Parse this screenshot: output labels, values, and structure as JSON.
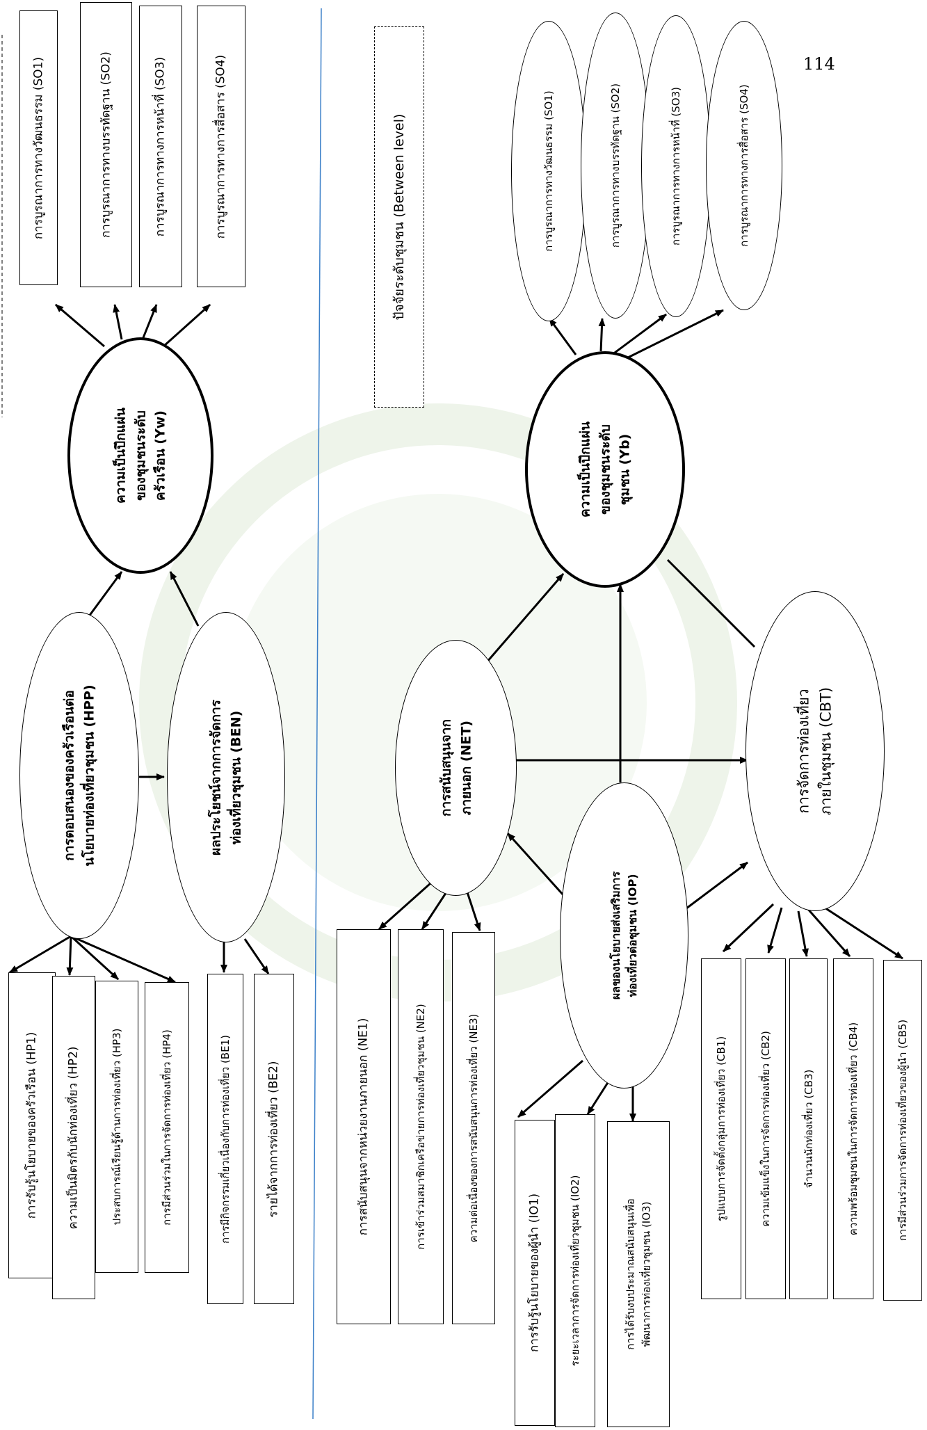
{
  "page_number": "114",
  "household_level": {
    "outcome": {
      "lines": [
        "ความเป็นปึกแผ่น",
        "ของชุมชนระดับ",
        "ครัวเรือน (Yw)"
      ]
    },
    "response": {
      "lines": [
        "การตอบสนองของครัวเรือนต่อ",
        "นโยบายท่องเที่ยวชุมชน (HPP)"
      ]
    },
    "benefit": {
      "lines": [
        "ผลประโยชน์จากการจัดการ",
        "ท่องเที่ยวชุมชน (BEN)"
      ]
    },
    "so_items": [
      "การบูรณาการทางวัฒนธรรม (SO1)",
      "การบูรณาการทางบรรทัดฐาน (SO2)",
      "การบูรณาการทางการหน้าที่ (SO3)",
      "การบูรณาการทางการสื่อสาร (SO4)"
    ],
    "hp_items": [
      "การรับรู้นโยบายของครัวเรือน (HP1)",
      "ความเป็นมิตรกับนักท่องเที่ยว (HP2)",
      "ประสบการณ์เรียนรู้ด้านการท่องเที่ยว (HP3)",
      "การมีส่วนร่วมในการจัดการท่องเที่ยว (HP4)"
    ],
    "be_items": [
      "การมีกิจกรรมเกี่ยวเนื่องกับการท่องเที่ยว (BE1)",
      "รายได้จากการท่องเที่ยว (BE2)"
    ]
  },
  "community_level": {
    "title": "ปัจจัยระดับชุมชน (Between level)",
    "outcome": {
      "lines": [
        "ความเป็นปึกแผ่น",
        "ของชุมชนระดับ",
        "ชุมชน (Yb)"
      ]
    },
    "external": {
      "lines": [
        "การสนับสนุนจาก",
        "ภายนอก   (NET)"
      ]
    },
    "policy": {
      "lines": [
        "ผลของนโยบายส่งเสริมการ",
        "ท่องเที่ยวต่อชุมชน (IOP)"
      ]
    },
    "cbt": {
      "lines": [
        "การจัดการท่องเที่ยว",
        "ภายในชุมชน (CBT)"
      ]
    },
    "so_items": [
      "การบูรณาการทางวัฒนธรรม (SO1)",
      "การบูรณาการทางบรรทัดฐาน (SO2)",
      "การบูรณาการทางการหน้าที่ (SO3)",
      "การบูรณาการทางการสื่อสาร (SO4)"
    ],
    "ne_items": [
      "การสนับสนุนจากหน่วยงานภายนอก (NE1)",
      "การเข้าร่วมสมาชิกเครือข่ายการท่องเที่ยวชุมชน (NE2)",
      "ความต่อเนื่องของการสนับสนุนการท่องเที่ยว (NE3)"
    ],
    "io_items": [
      {
        "lines": [
          "การรับรู้นโยบายของผู้นำ (IO1)"
        ]
      },
      {
        "lines": [
          "ระยะเวลาการจัดการท่องเที่ยวชุมชน (IO2)"
        ]
      },
      {
        "lines": [
          "การได้รับงบประมาณสนับสนุนเพื่อ",
          "พัฒนาการท่องเที่ยวชุมชน (IO3)"
        ]
      }
    ],
    "cb_items": [
      "รูปแบบการจัดตั้งกลุ่มการท่องเที่ยว (CB1)",
      "ความเข้มแข็งในการจัดการท่องเที่ยว (CB2)",
      "จำนวนนักท่องเที่ยว (CB3)",
      "ความพร้อมชุมชนในการจัดการท่องเที่ยว (CB4)",
      "การมีส่วนร่วมการจัดการท่องเที่ยวของผู้นำ (CB5)"
    ]
  }
}
